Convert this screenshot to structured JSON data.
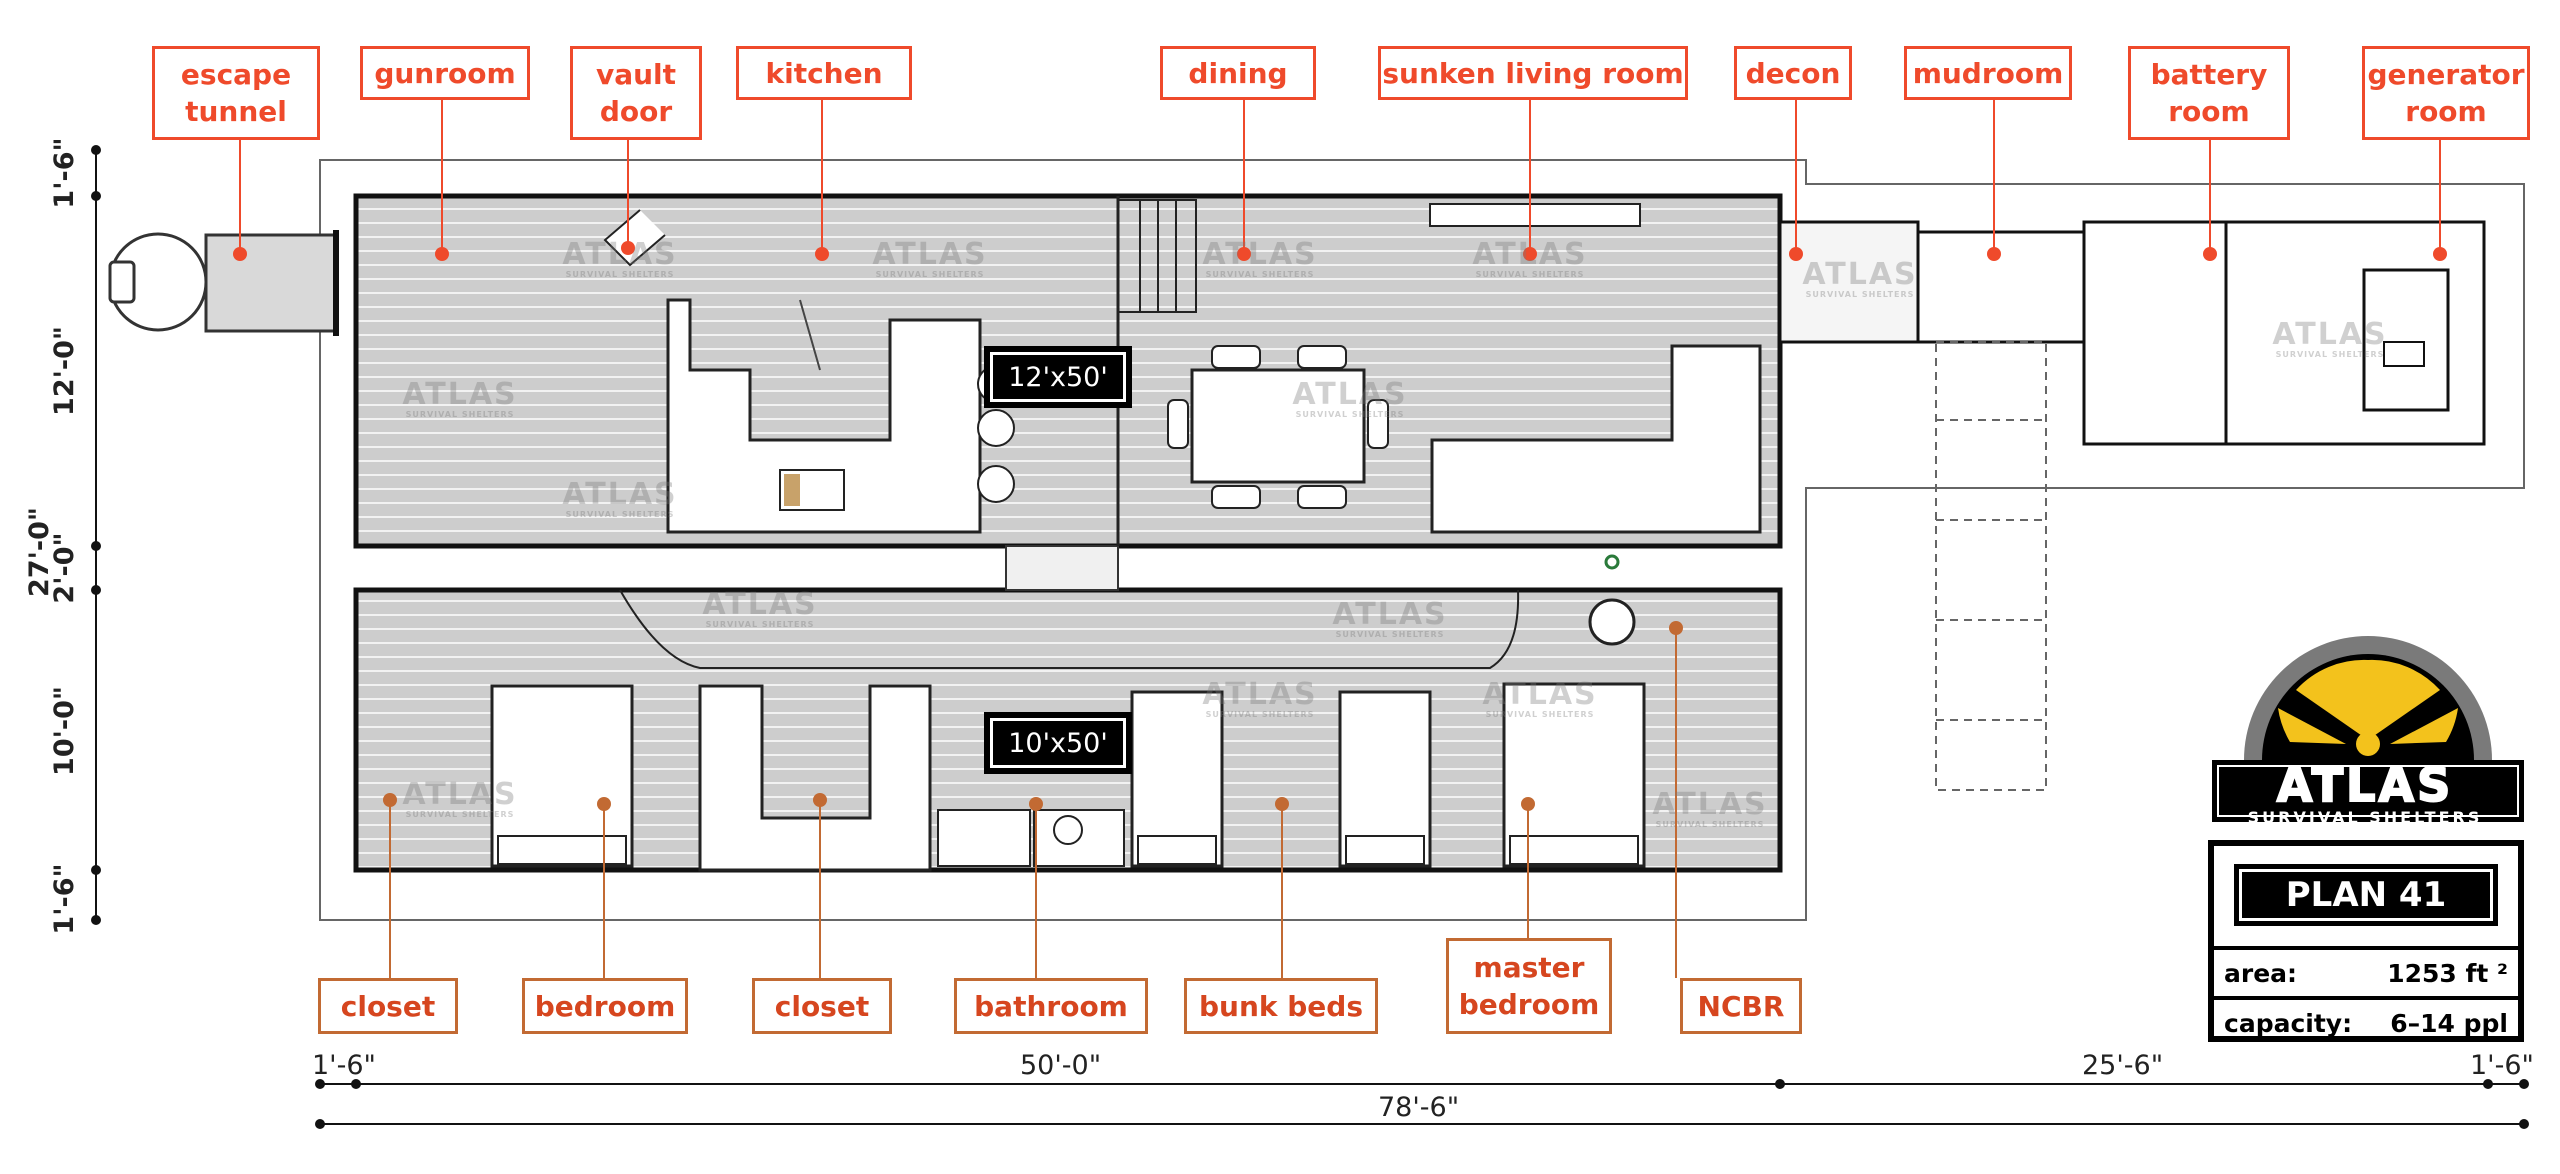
{
  "labels_top": [
    {
      "id": "escape-tunnel",
      "text": "escape\ntunnel"
    },
    {
      "id": "gunroom",
      "text": "gunroom"
    },
    {
      "id": "vault-door",
      "text": "vault\ndoor"
    },
    {
      "id": "kitchen",
      "text": "kitchen"
    },
    {
      "id": "dining",
      "text": "dining"
    },
    {
      "id": "sunken-living-room",
      "text": "sunken living room"
    },
    {
      "id": "decon",
      "text": "decon"
    },
    {
      "id": "mudroom",
      "text": "mudroom"
    },
    {
      "id": "battery-room",
      "text": "battery\nroom"
    },
    {
      "id": "generator-room",
      "text": "generator\nroom"
    }
  ],
  "labels_bottom": [
    {
      "id": "closet-1",
      "text": "closet"
    },
    {
      "id": "bedroom",
      "text": "bedroom"
    },
    {
      "id": "closet-2",
      "text": "closet"
    },
    {
      "id": "bathroom",
      "text": "bathroom"
    },
    {
      "id": "bunk-beds",
      "text": "bunk beds"
    },
    {
      "id": "master-bedroom",
      "text": "master\nbedroom"
    },
    {
      "id": "ncbr",
      "text": "NCBR"
    }
  ],
  "dimensions_vertical": {
    "total": "27'-0\"",
    "top_margin": "1'-6\"",
    "upper": "12'-0\"",
    "gap": "2'-0\"",
    "lower": "10'-0\"",
    "bottom_margin": "1'-6\""
  },
  "dimensions_horizontal": {
    "left_margin": "1'-6\"",
    "main": "50'-0\"",
    "annex": "25'-6\"",
    "right_margin": "1'-6\"",
    "total": "78'-6\""
  },
  "module_tags": {
    "upper": "12'x50'",
    "lower": "10'x50'"
  },
  "watermark": "ATLAS",
  "watermark_sub": "SURVIVAL SHELTERS",
  "logo": {
    "word": "ATLAS",
    "sub": "SURVIVAL SHELTERS",
    "colors": {
      "yellow": "#f3c21c",
      "black": "#000000",
      "gray": "#7a7a7a"
    }
  },
  "plan": {
    "title": "PLAN 41",
    "area_label": "area:",
    "area_value": "1253 ft ²",
    "capacity_label": "capacity:",
    "capacity_value": "6–14 ppl"
  },
  "colors": {
    "top_label": "#ef4a2b",
    "bottom_label_border": "#c26a33",
    "floor": "#cfcfcf",
    "wall": "#111111"
  }
}
